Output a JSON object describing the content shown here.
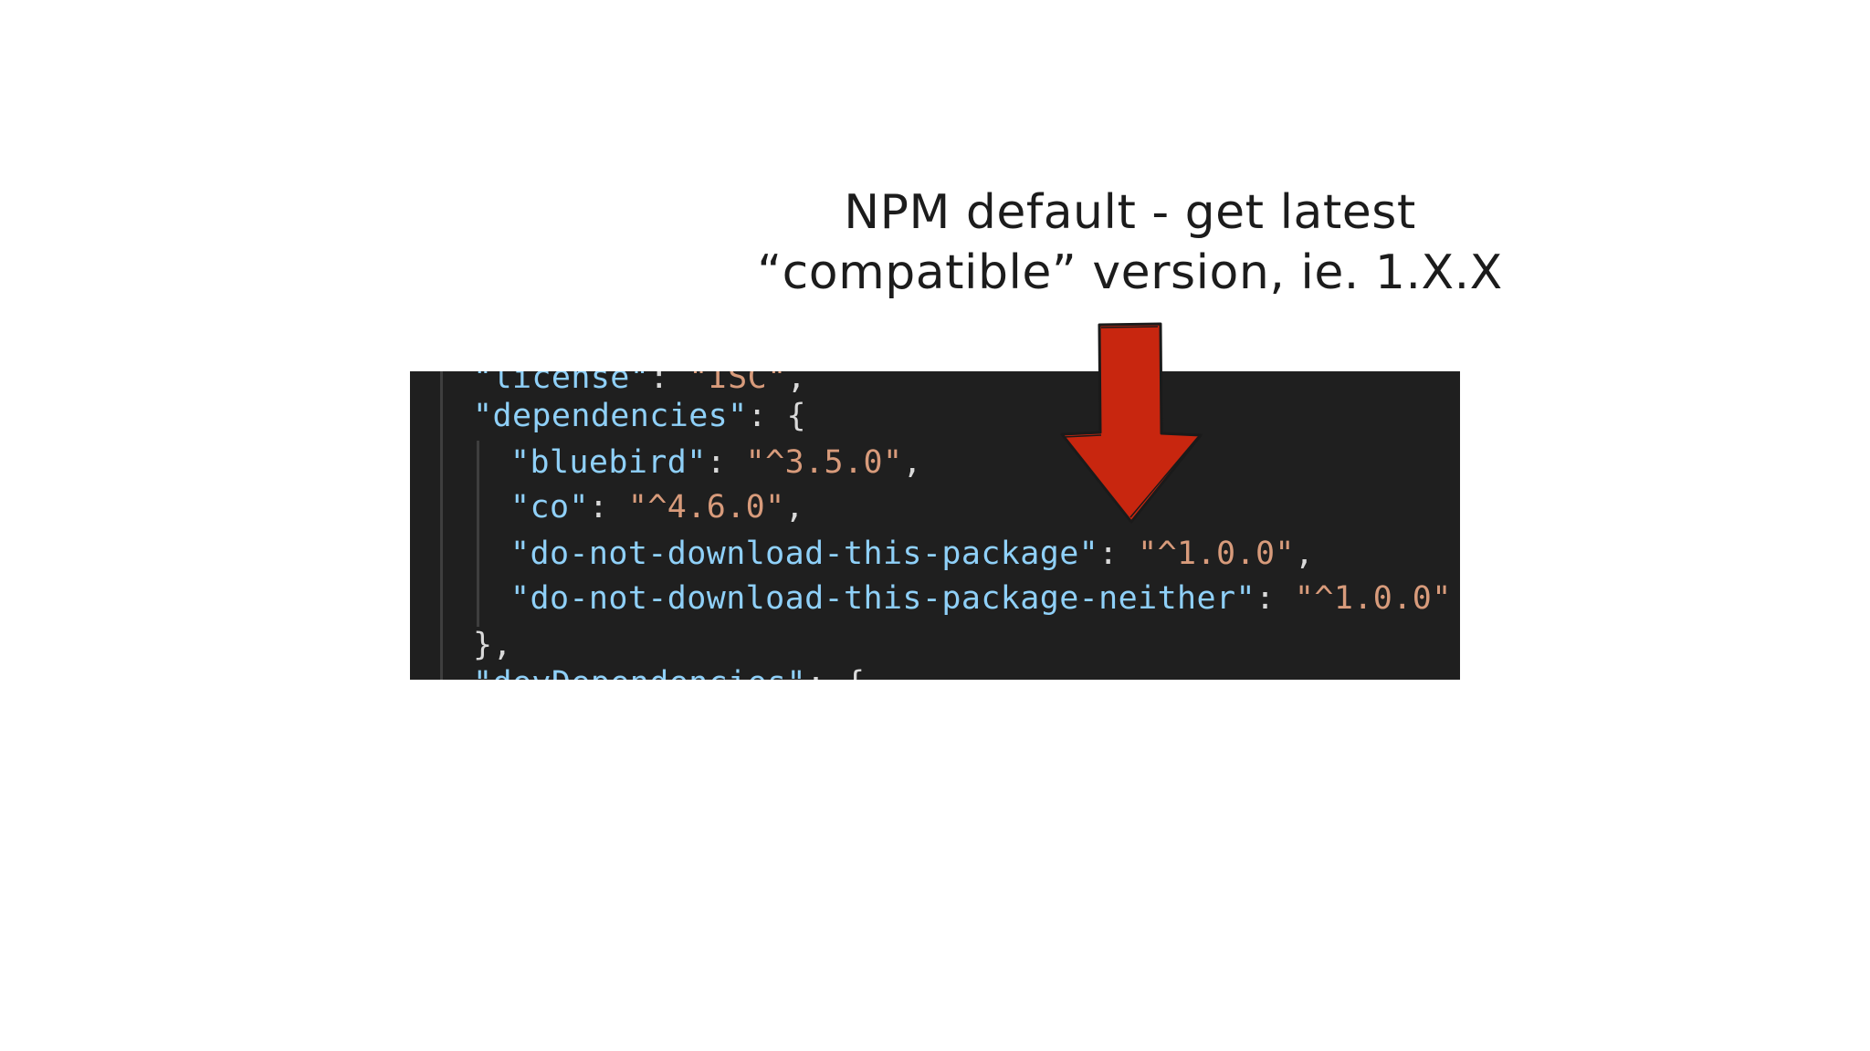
{
  "slide": {
    "caption_line1": "NPM default - get latest",
    "caption_line2": "“compatible” version, ie. 1.X.X"
  },
  "code": {
    "top_partial_key": "\"license\"",
    "top_partial_colon": ": ",
    "top_partial_value": "\"ISC\"",
    "top_partial_end": ",",
    "dependencies_key": "\"dependencies\"",
    "dependencies_open": ": {",
    "deps": [
      {
        "key": "\"bluebird\"",
        "colon": ": ",
        "value": "\"^3.5.0\"",
        "end": ","
      },
      {
        "key": "\"co\"",
        "colon": ": ",
        "value": "\"^4.6.0\"",
        "end": ","
      },
      {
        "key": "\"do-not-download-this-package\"",
        "colon": ": ",
        "value": "\"^1.0.0\"",
        "end": ","
      },
      {
        "key": "\"do-not-download-this-package-neither\"",
        "colon": ": ",
        "value": "\"^1.0.0\"",
        "end": ""
      }
    ],
    "dependencies_close": "},",
    "bottom_partial_key": "\"devDependencies\"",
    "bottom_partial_open": ": {"
  },
  "colors": {
    "arrow_fill": "#c8260f",
    "arrow_outline": "#1a1a1a",
    "code_background": "#1f1f1f",
    "key_color": "#8fd0f8",
    "string_color": "#d89b7b"
  },
  "icons": {
    "pointer": "down-arrow-icon"
  }
}
